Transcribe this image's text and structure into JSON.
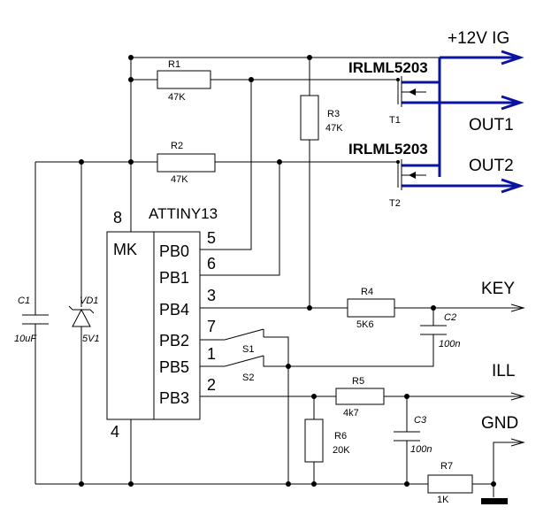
{
  "supply": "+12V IG",
  "transistors": [
    {
      "part": "IRLML5203",
      "ref": "T1"
    },
    {
      "part": "IRLML5203",
      "ref": "T2"
    }
  ],
  "outputs": {
    "out1": "OUT1",
    "out2": "OUT2"
  },
  "signals": {
    "key": "KEY",
    "ill": "ILL",
    "gnd": "GND"
  },
  "mcu": {
    "name": "ATTINY13",
    "label": "MK",
    "vcc_pin": "8",
    "gnd_pin": "4",
    "pins": [
      {
        "name": "PB0",
        "num": "5"
      },
      {
        "name": "PB1",
        "num": "6"
      },
      {
        "name": "PB4",
        "num": "3"
      },
      {
        "name": "PB2",
        "num": "7"
      },
      {
        "name": "PB5",
        "num": "1"
      },
      {
        "name": "PB3",
        "num": "2"
      }
    ]
  },
  "resistors": {
    "r1": {
      "ref": "R1",
      "value": "47K"
    },
    "r2": {
      "ref": "R2",
      "value": "47K"
    },
    "r3": {
      "ref": "R3",
      "value": "47K"
    },
    "r4": {
      "ref": "R4",
      "value": "5K6"
    },
    "r5": {
      "ref": "R5",
      "value": "4k7"
    },
    "r6": {
      "ref": "R6",
      "value": "20K"
    },
    "r7": {
      "ref": "R7",
      "value": "1K"
    }
  },
  "capacitors": {
    "c1": {
      "ref": "C1",
      "value": "10uF"
    },
    "c2": {
      "ref": "C2",
      "value": "100n"
    },
    "c3": {
      "ref": "C3",
      "value": "100n"
    }
  },
  "diode": {
    "ref": "VD1",
    "value": "5V1"
  },
  "switches": {
    "s1": "S1",
    "s2": "S2"
  },
  "colors": {
    "wire": "#000000",
    "bus": "#0a14a0",
    "background": "#ffffff"
  }
}
